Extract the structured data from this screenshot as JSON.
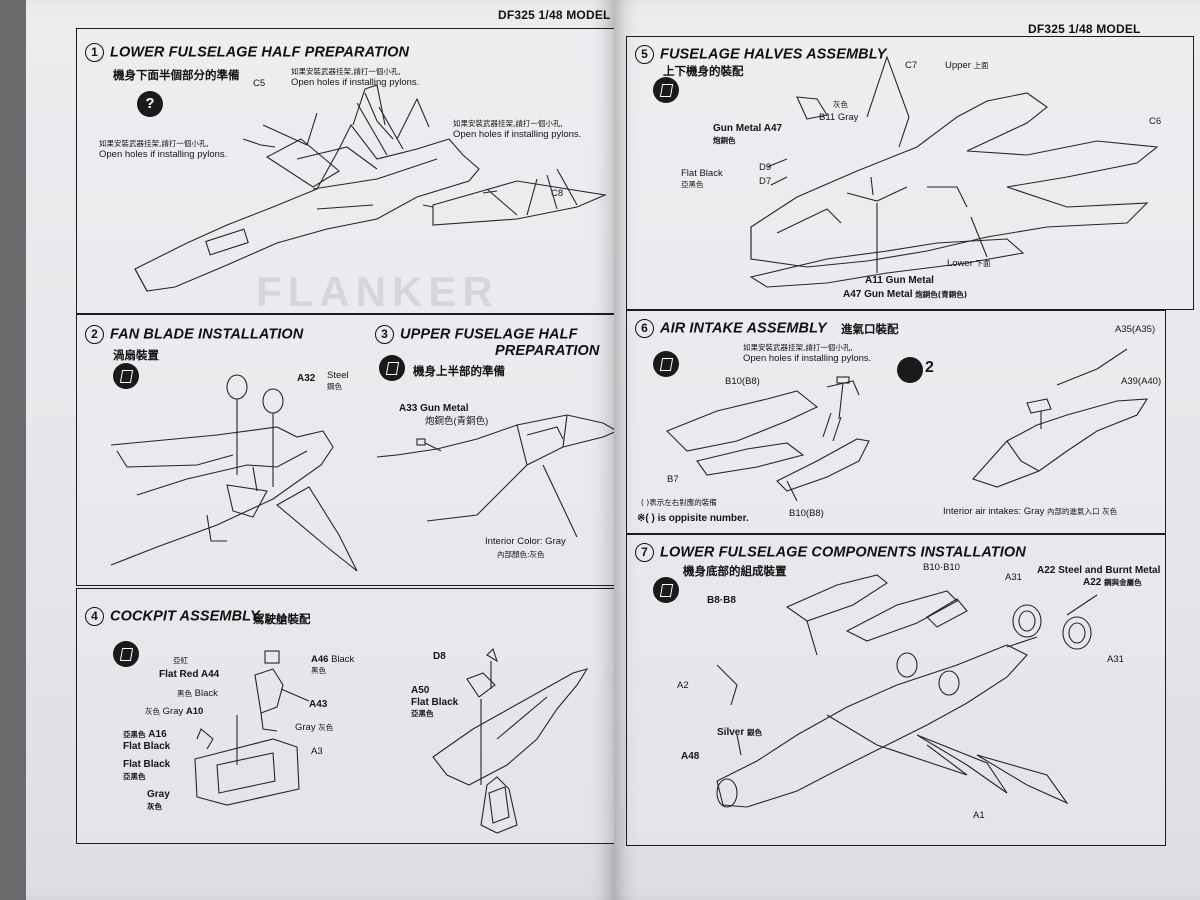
{
  "header": {
    "left": "DF325 1/48 MODEL",
    "right": "DF325 1/48 MODEL"
  },
  "steps": {
    "s1": {
      "num": "1",
      "title": "LOWER FULSELAGE HALF PREPARATION",
      "cn": "機身下面半個部分的準備",
      "icon": "?",
      "note_cn": "如果安裝武器挂架,請打一個小孔,",
      "note_en": "Open holes if installing pylons.",
      "c5": "C5",
      "c8": "C8"
    },
    "s2": {
      "num": "2",
      "title": "FAN BLADE INSTALLATION",
      "cn": "渦扇裝置",
      "a32": "A32",
      "a32_color": "Steel",
      "a32_cn": "鋼色"
    },
    "s3": {
      "num": "3",
      "title": "UPPER FUSELAGE HALF",
      "title2": "PREPARATION",
      "cn": "機身上半部的準備",
      "a33": "A33",
      "a33_color": "Gun Metal",
      "a33_cn": "炮銅色(青銅色)",
      "interior": "Interior Color: Gray",
      "interior_cn": "內部顏色:灰色"
    },
    "s4": {
      "num": "4",
      "title": "COCKPIT ASSEMBLY",
      "cn": "駕駛艙裝配",
      "a44_cn": "亞紅",
      "a44": "Flat Red A44",
      "a46": "A46",
      "a46_color": "Black",
      "a46_cn": "黑色",
      "black_cn": "黑色",
      "black": "Black",
      "a43": "A43",
      "gray_cn": "灰色",
      "gray_a10": "Gray",
      "a10": "A10",
      "gray2": "Gray",
      "gray2_cn": "灰色",
      "a16_cn": "亞黑色",
      "a16": "A16",
      "flat_black": "Flat Black",
      "a3": "A3",
      "flat_black2": "Flat Black",
      "flat_black2_cn": "亞黑色",
      "gray3": "Gray",
      "gray3_cn": "灰色",
      "d8": "D8",
      "a50": "A50",
      "a50_color": "Flat Black",
      "a50_cn": "亞黑色"
    },
    "s5": {
      "num": "5",
      "title": "FUSELAGE HALVES ASSEMBLY",
      "cn": "上下機身的裝配",
      "c7": "C7",
      "upper": "Upper",
      "upper_cn": "上面",
      "gray_cn": "灰色",
      "b11": "B11",
      "b11_color": "Gray",
      "gun_metal": "Gun Metal",
      "gun_metal_cn": "炮銅色",
      "a47": "A47",
      "c6": "C6",
      "d9": "D9",
      "d7": "D7",
      "flat_black": "Flat Black",
      "flat_black_cn": "亞黑色",
      "lower": "Lower",
      "lower_cn": "下面",
      "a11": "A11",
      "a11_color": "Gun Metal",
      "a47b": "A47",
      "a47b_color": "Gun Metal",
      "a47b_cn": "炮銅色(青銅色)"
    },
    "s6": {
      "num": "6",
      "title": "AIR INTAKE ASSEMBLY",
      "cn": "進氣口裝配",
      "note_cn": "如果安裝武器挂架,請打一個小孔,",
      "note_en": "Open holes if installing pylons.",
      "x2": "2",
      "a35": "A35(A35)",
      "a39": "A39(A40)",
      "b10": "B10(B8)",
      "b7": "B7",
      "b10b": "B10(B8)",
      "opp_cn": "( )表示左右對應的裝備",
      "opp_en": "※( ) is oppisite number.",
      "interior": "Interior air intakes: Gray",
      "interior_cn": "內部的進氣入口",
      "interior_cn2": "灰色"
    },
    "s7": {
      "num": "7",
      "title": "LOWER FULSELAGE COMPONENTS INSTALLATION",
      "cn": "機身底部的組成裝置",
      "b10": "B10·B10",
      "a31": "A31",
      "a22": "A22",
      "a22_color": "Steel and Burnt Metal",
      "a22b": "A22",
      "a22b_cn": "鋼與金屬色",
      "b8": "B8·B8",
      "a31b": "A31",
      "a2": "A2",
      "silver": "Silver",
      "silver_cn": "銀色",
      "a48": "A48",
      "a1": "A1"
    }
  },
  "ghost_text": {
    "flanker": "FLANKER"
  }
}
